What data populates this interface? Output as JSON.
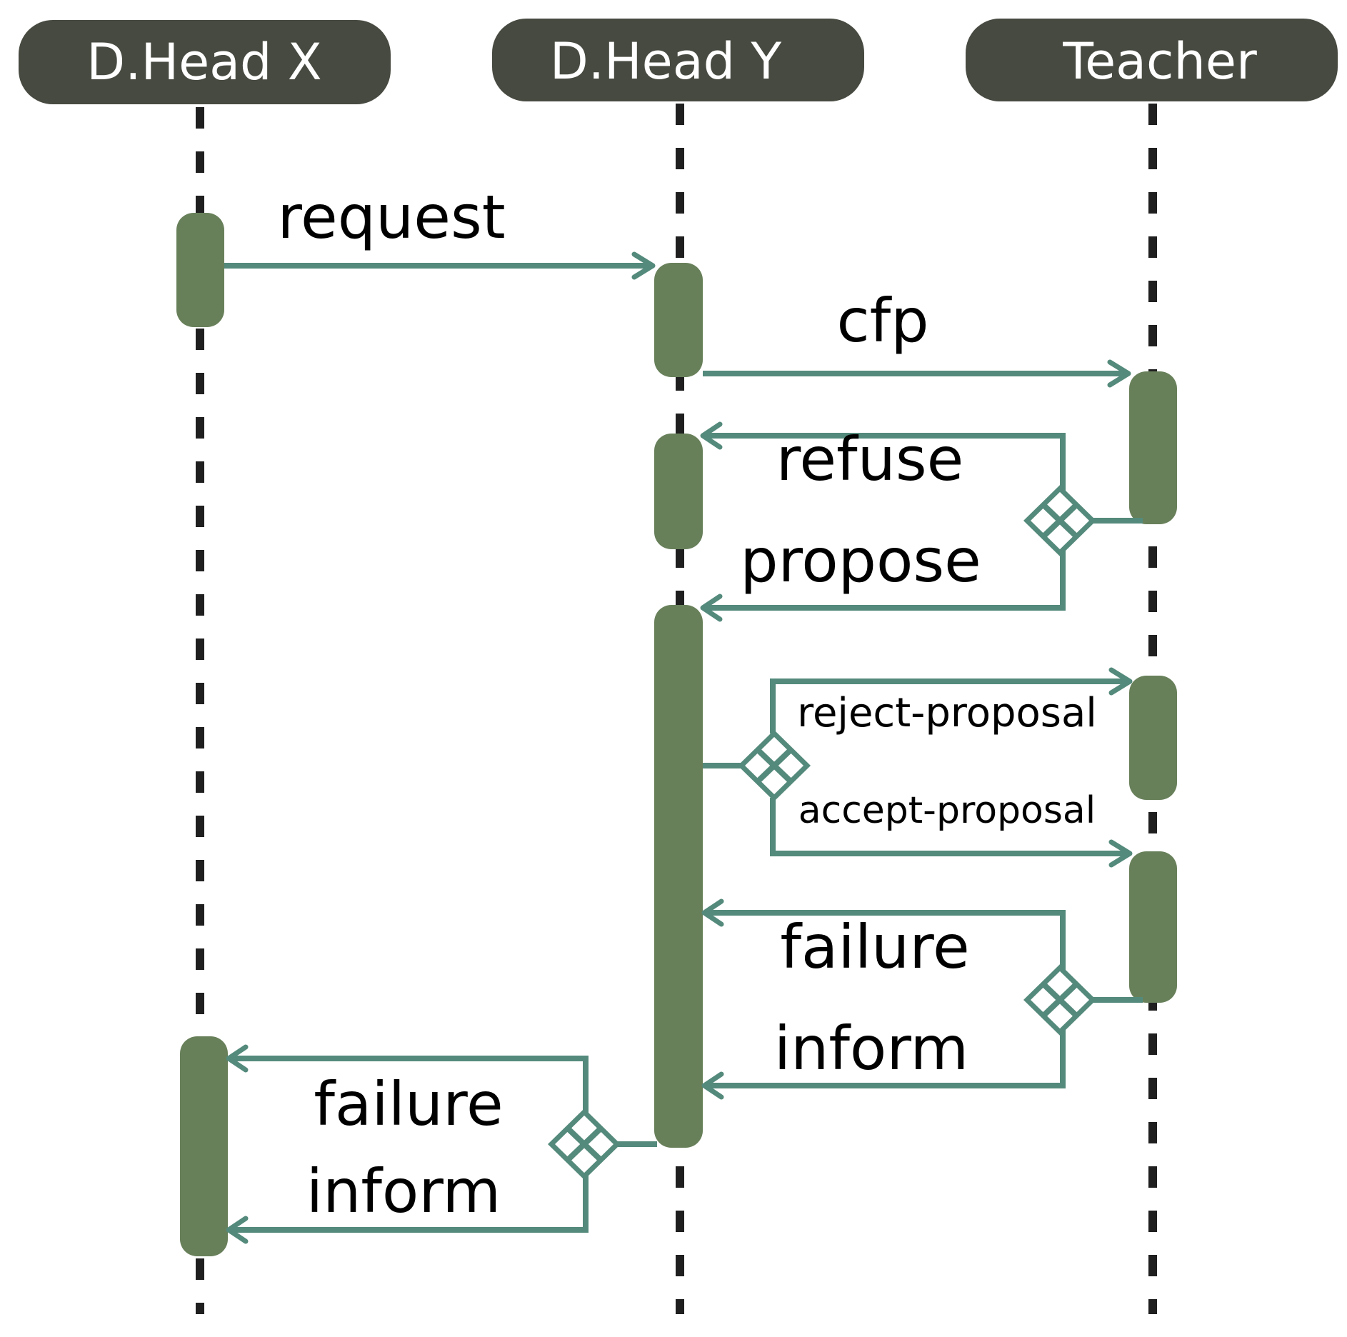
{
  "participants": [
    "D.Head X",
    "D.Head Y",
    "Teacher"
  ],
  "messages": {
    "request": "request",
    "cfp": "cfp",
    "refuse": "refuse",
    "propose": "propose",
    "reject_proposal": "reject-proposal",
    "accept_proposal": "accept-proposal",
    "failure_1": "failure",
    "inform_1": "inform",
    "failure_2": "failure",
    "inform_2": "inform"
  },
  "colors": {
    "header": "#474a40",
    "activation": "#68805a",
    "arrow": "#548a7b",
    "lifeline": "#1f1f1f"
  }
}
